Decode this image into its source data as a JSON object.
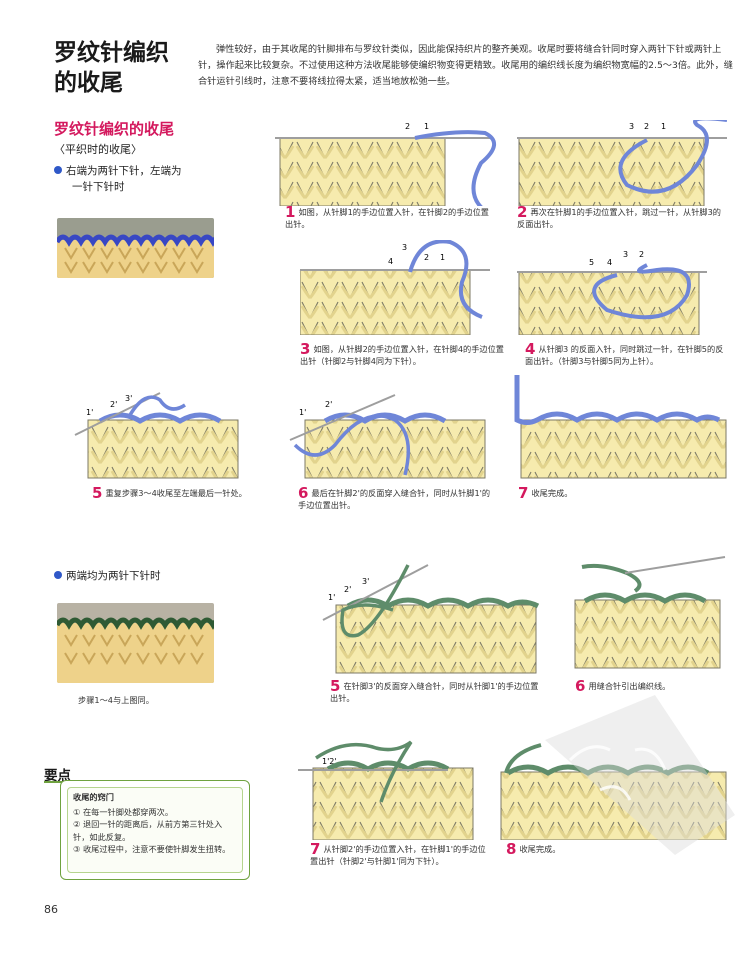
{
  "header": {
    "title_line1": "罗纹针编织",
    "title_line2": "的收尾",
    "intro": "弹性较好，由于其收尾的针脚排布与罗纹针类似，因此能保持织片的整齐美观。收尾时要将缝合针同时穿入两针下针或两针上针，操作起来比较复杂。不过使用这种方法收尾能够使编织物变得更精致。收尾用的编织线长度为编织物宽幅的2.5～3倍。此外，缝合针运针引线时，注意不要将线拉得太紧，适当地放松弛一些。"
  },
  "section": {
    "title": "罗纹针编织的收尾",
    "subtitle": "〈平织时的收尾〉",
    "bullet1_line1": "右端为两针下针，左端为",
    "bullet1_line2": "一针下针时",
    "bullet2": "两端均为两针下针时",
    "bullet2_note": "步骤1～4与上图同。"
  },
  "steps_a": [
    {
      "n": "1",
      "text": "如图，从针脚1的手边位置入针，在针脚2的手边位置出针。"
    },
    {
      "n": "2",
      "text": "再次在针脚1的手边位置入针，跳过一针，从针脚3的反面出针。"
    },
    {
      "n": "3",
      "text": "如图，从针脚2的手边位置入针，在针脚4的手边位置出针（针脚2与针脚4同为下针）。"
    },
    {
      "n": "4",
      "text": "从针脚3 的反面入针，同时跳过一针，在针脚5的反面出针。（针脚3与针脚5同为上针）。"
    },
    {
      "n": "5",
      "text": "重复步骤3～4收尾至左端最后一针处。"
    },
    {
      "n": "6",
      "text": "最后在针脚2'的反面穿入缝合针，同时从针脚1'的手边位置出针。"
    },
    {
      "n": "7",
      "text": "收尾完成。"
    }
  ],
  "steps_b": [
    {
      "n": "5",
      "text": "在针脚3'的反面穿入缝合针，同时从针脚1'的手边位置出针。"
    },
    {
      "n": "6",
      "text": "用缝合针引出编织线。"
    },
    {
      "n": "7",
      "text": "从针脚2'的手边位置入针，在针脚1'的手边位置出针（针脚2'与针脚1'同为下针）。"
    },
    {
      "n": "8",
      "text": "收尾完成。"
    }
  ],
  "labels": {
    "d1": [
      "2",
      "1"
    ],
    "d2": [
      "3",
      "2",
      "1"
    ],
    "d3": [
      "3",
      "4",
      "2",
      "1"
    ],
    "d4": [
      "5",
      "4",
      "3",
      "2"
    ],
    "d5": [
      "1'",
      "2'",
      "3'"
    ],
    "d6": [
      "1'",
      "2'"
    ],
    "db5": [
      "1'",
      "2'",
      "3'"
    ],
    "db7": [
      "1'2'"
    ]
  },
  "keypoints": {
    "heading": "要点",
    "box_title": "收尾的窍门",
    "items": [
      "① 在每一针脚处都穿两次。",
      "② 退回一针的距离后，从前方第三针处入针，如此反复。",
      "③ 收尾过程中，注意不要使针脚发生扭转。"
    ]
  },
  "page_number": "86",
  "colors": {
    "accent_pink": "#d4195e",
    "yarn_yellow": "#f6ebae",
    "yarn_outline": "#7c7a66",
    "thread_blue": "#6f86d8",
    "thread_green": "#5e8c6a",
    "bullet_blue": "#2f58c8",
    "key_green": "#6fa23f"
  }
}
